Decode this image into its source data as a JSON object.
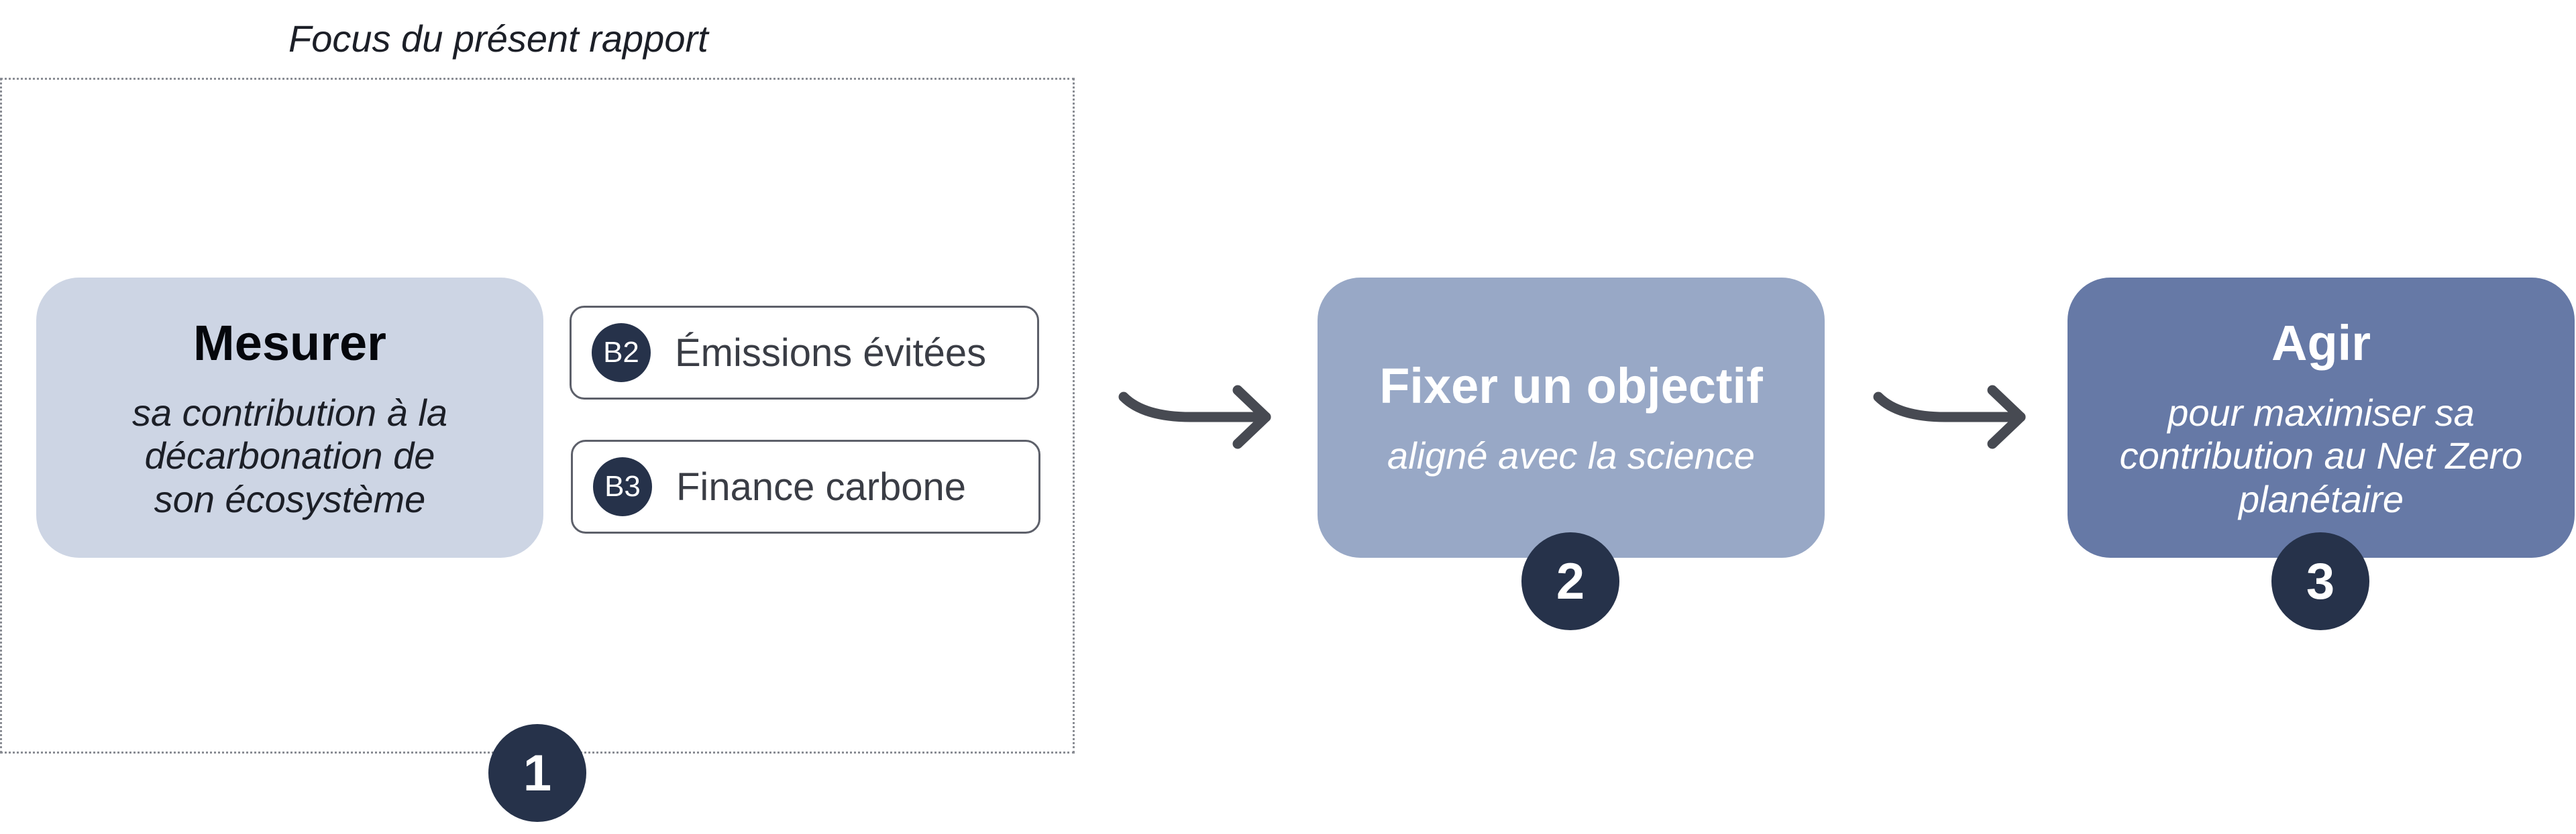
{
  "focus": {
    "label": "Focus du présent rapport"
  },
  "stages": [
    {
      "title": "Mesurer",
      "subtitle_lines": [
        "sa contribution à la",
        "décarbonation de",
        "son écosystème"
      ],
      "step": "1"
    },
    {
      "title": "Fixer un objectif",
      "subtitle_lines": [
        "aligné avec la science"
      ],
      "step": "2"
    },
    {
      "title": "Agir",
      "subtitle_lines": [
        "pour maximiser sa",
        "contribution au Net Zero",
        "planétaire"
      ],
      "step": "3"
    }
  ],
  "measure_items": [
    {
      "code": "B2",
      "label": "Émissions évitées"
    },
    {
      "code": "B3",
      "label": "Finance carbone"
    }
  ],
  "colors": {
    "measure": "#cdd5e4",
    "goal": "#98a8c6",
    "act": "#6679a6",
    "step_badge": "#26324a",
    "arrow": "#474a52"
  },
  "icons": {
    "arrow": "curved-right-arrow-icon"
  }
}
